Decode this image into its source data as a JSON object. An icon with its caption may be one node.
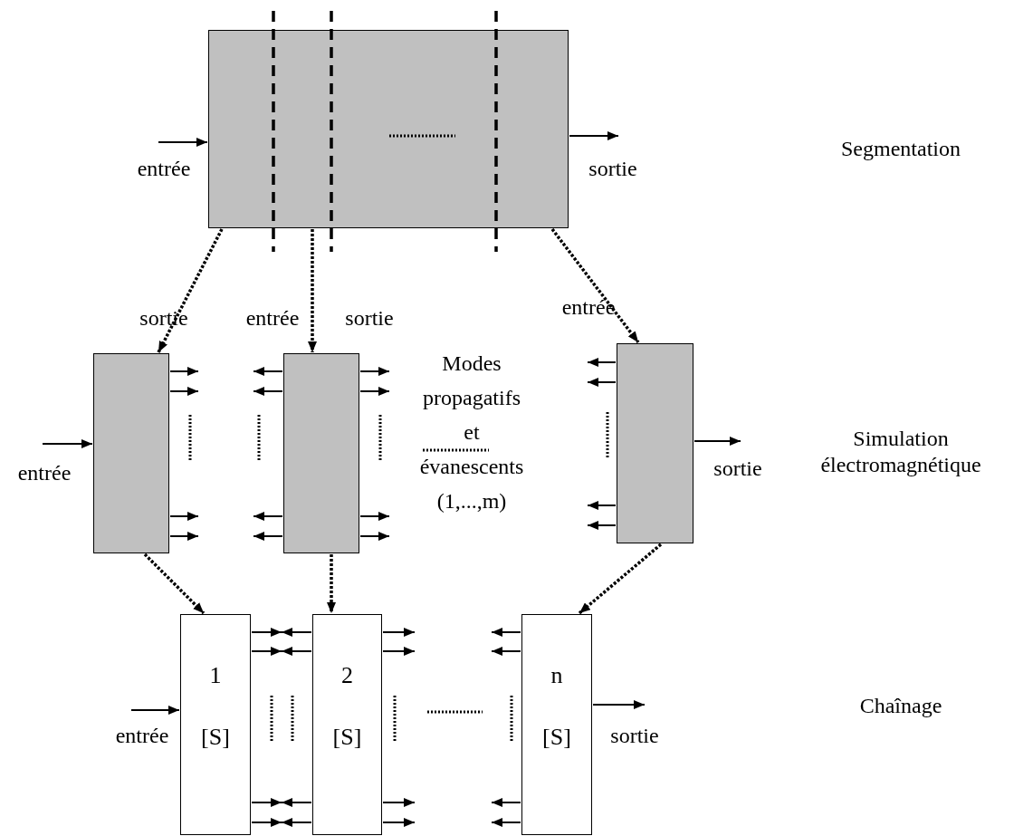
{
  "diagram": {
    "nodes": [
      {
        "text": [],
        "shape": "box"
      },
      {
        "text": [],
        "shape": "box"
      },
      {
        "text": [],
        "shape": "box"
      },
      {
        "text": [],
        "shape": "box"
      },
      {
        "text": [
          "1",
          "[S]"
        ]
      },
      {
        "text": [
          "2",
          "[S]"
        ]
      },
      {
        "text": [
          "n",
          "[S]"
        ]
      }
    ],
    "edges": [
      {
        "from": null,
        "to": 0,
        "arrow": "to",
        "label": "entrée"
      },
      {
        "from": 0,
        "to": null,
        "arrow": "to",
        "label": "sortie"
      },
      {
        "from": 0,
        "to": 1,
        "arrow": "to",
        "style": "dashed"
      },
      {
        "from": 0,
        "to": 2,
        "arrow": "to",
        "style": "dashed"
      },
      {
        "from": 0,
        "to": 3,
        "arrow": "to",
        "style": "dashed"
      },
      {
        "from": null,
        "to": 1,
        "arrow": "to",
        "label": "entrée"
      },
      {
        "from": 1,
        "to": null,
        "arrow": "to"
      },
      {
        "from": 1,
        "to": null,
        "arrow": "to"
      },
      {
        "from": 1,
        "to": null,
        "arrow": "to"
      },
      {
        "from": 1,
        "to": null,
        "arrow": "to"
      },
      {
        "from": 2,
        "to": null,
        "arrow": "to"
      },
      {
        "from": 2,
        "to": null,
        "arrow": "to"
      },
      {
        "from": 2,
        "to": null,
        "arrow": "to"
      },
      {
        "from": 2,
        "to": null,
        "arrow": "to"
      },
      {
        "from": 2,
        "to": null,
        "arrow": "to"
      },
      {
        "from": 2,
        "to": null,
        "arrow": "to"
      },
      {
        "from": 2,
        "to": null,
        "arrow": "to"
      },
      {
        "from": 2,
        "to": null,
        "arrow": "to"
      },
      {
        "from": 3,
        "to": null,
        "arrow": "to"
      },
      {
        "from": 3,
        "to": null,
        "arrow": "to"
      },
      {
        "from": 3,
        "to": null,
        "arrow": "to"
      },
      {
        "from": 3,
        "to": null,
        "arrow": "to"
      },
      {
        "from": 3,
        "to": null,
        "arrow": "to",
        "label": "sortie"
      },
      {
        "from": 1,
        "to": 4,
        "arrow": "to",
        "style": "dashed"
      },
      {
        "from": 2,
        "to": 5,
        "arrow": "to",
        "style": "dashed"
      },
      {
        "from": 3,
        "to": 6,
        "arrow": "to",
        "style": "dashed"
      },
      {
        "from": null,
        "to": 4,
        "arrow": "to",
        "label": "entrée"
      },
      {
        "from": 4,
        "to": null,
        "arrow": "to"
      },
      {
        "from": 5,
        "to": null,
        "arrow": "to"
      },
      {
        "from": 4,
        "to": null,
        "arrow": "to"
      },
      {
        "from": 5,
        "to": null,
        "arrow": "to"
      },
      {
        "from": 4,
        "to": null,
        "arrow": "to"
      },
      {
        "from": 5,
        "to": null,
        "arrow": "to"
      },
      {
        "from": 4,
        "to": null,
        "arrow": "to"
      },
      {
        "from": 5,
        "to": null,
        "arrow": "to"
      },
      {
        "from": 5,
        "to": null,
        "arrow": "to"
      },
      {
        "from": 5,
        "to": null,
        "arrow": "to"
      },
      {
        "from": 5,
        "to": null,
        "arrow": "to"
      },
      {
        "from": 5,
        "to": null,
        "arrow": "to"
      },
      {
        "from": 6,
        "to": null,
        "arrow": "to"
      },
      {
        "from": 6,
        "to": null,
        "arrow": "to"
      },
      {
        "from": 6,
        "to": null,
        "arrow": "to"
      },
      {
        "from": 6,
        "to": null,
        "arrow": "to"
      },
      {
        "from": 6,
        "to": null,
        "arrow": "to",
        "label": "sortie"
      }
    ],
    "labels": [
      "sortie",
      "entrée",
      "sortie",
      "entrée",
      "Modes propagatifs et évanescents (1,...,m)",
      "Segmentation",
      "Simulation électromagnétique",
      "Chaînage"
    ]
  }
}
